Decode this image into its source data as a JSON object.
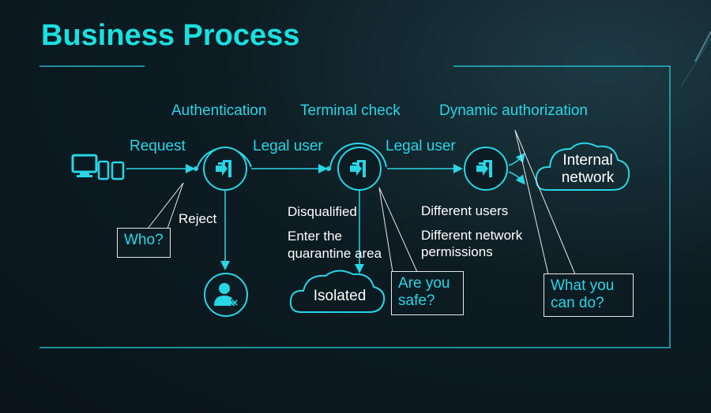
{
  "title": "Business Process",
  "stages": {
    "authentication": "Authentication",
    "terminal_check": "Terminal check",
    "dynamic_authorization": "Dynamic authorization"
  },
  "flow": {
    "request": "Request",
    "legal_user_1": "Legal user",
    "legal_user_2": "Legal user",
    "reject": "Reject",
    "disqualified": "Disqualified",
    "quarantine_1": "Enter the",
    "quarantine_2": "quarantine area",
    "different_users": "Different users",
    "different_perms_1": "Different network",
    "different_perms_2": "permissions"
  },
  "callouts": {
    "who": "Who?",
    "are_you_safe_1": "Are you",
    "are_you_safe_2": "safe?",
    "what_can_you_do_1": "What you",
    "what_can_you_do_2": "can do?"
  },
  "clouds": {
    "internal_1": "Internal",
    "internal_2": "network",
    "isolated": "Isolated"
  },
  "icons": {
    "devices": "devices-icon",
    "access_gate": "enter-gate-icon",
    "rejected_user": "user-reject-icon",
    "cloud": "cloud-icon"
  },
  "colors": {
    "accent": "#28d6e6",
    "title": "#19e0e0",
    "background": "#0d1c23"
  }
}
